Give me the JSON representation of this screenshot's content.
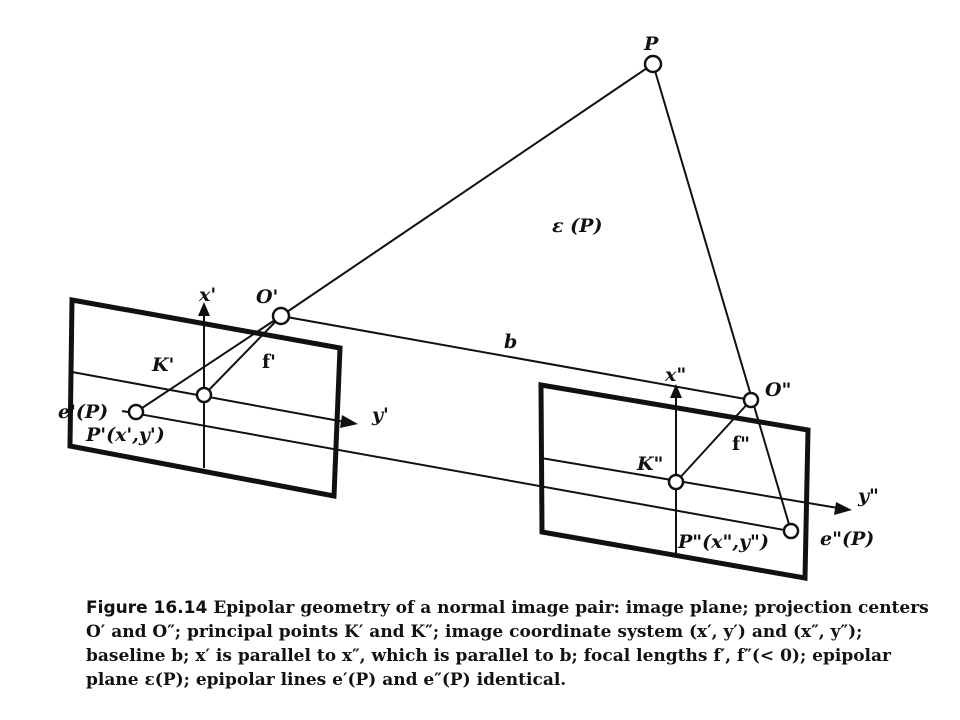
{
  "labels": {
    "P": "P",
    "epsilon": "ε (P)",
    "O1": "O'",
    "x1": "x'",
    "K1": "K'",
    "f1": "f'",
    "e1": "e'(P)",
    "y1": "y'",
    "P1": "P'(x',y')",
    "b": "b",
    "x2": "x\"",
    "O2": "O\"",
    "f2": "f\"",
    "K2": "K\"",
    "y2": "y\"",
    "e2": "e\"(P)",
    "P2": "P\"(x\",y\")"
  },
  "caption": {
    "figure": "Figure 16.14",
    "text": "Epipolar geometry of a normal image pair: image plane; projection centers O′ and O″; principal points K′ and K″; image coordinate system (x′, y′) and (x″, y″); baseline b; x′ is parallel to x″, which is parallel to b; focal lengths f′, f″(< 0); epipolar plane ε(P); epipolar lines e′(P) and e″(P) identical."
  }
}
